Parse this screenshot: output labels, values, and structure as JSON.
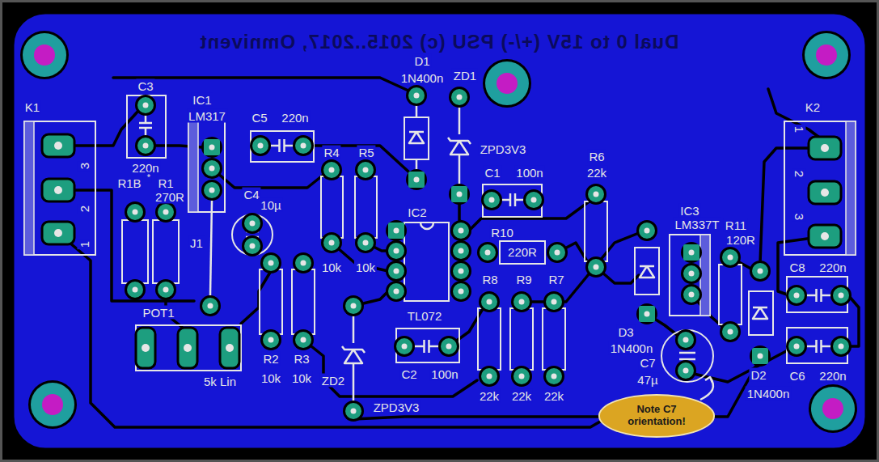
{
  "diagram": {
    "nodes": [
      {
        "text": [
          "220R"
        ]
      },
      {
        "text": [
          "Note C7 orientation!"
        ]
      }
    ],
    "labels": [
      "Dual 0 to 15V (+/-) PSU   (c) 2015..2017, Omnivent",
      "K1",
      "3",
      "2",
      "1",
      "C3",
      "220n",
      "IC1",
      "LM317",
      "R1B",
      "*",
      "R1",
      "270R",
      "C4",
      "10µ",
      "J1",
      "C5",
      "220n",
      "R4",
      "R5",
      "10k",
      "10k",
      "D1",
      "1N400n",
      "ZD1",
      "ZPD3V3",
      "C1",
      "100n",
      "R6",
      "22k",
      "IC2",
      "R10",
      "TL072",
      "R8",
      "R9",
      "R7",
      "R2",
      "R3",
      "10k",
      "10k",
      "POT1",
      "5k Lin",
      "ZD2",
      "ZPD3V3",
      "C2",
      "100n",
      "22k",
      "22k",
      "22k",
      "IC3",
      "LM337T",
      "R11",
      "120R",
      "D3",
      "1N400n",
      "C7",
      "47µ",
      "D2",
      "1N400n",
      "K2",
      "1",
      "2",
      "3",
      "C8",
      "220n",
      "C6",
      "220n"
    ]
  }
}
